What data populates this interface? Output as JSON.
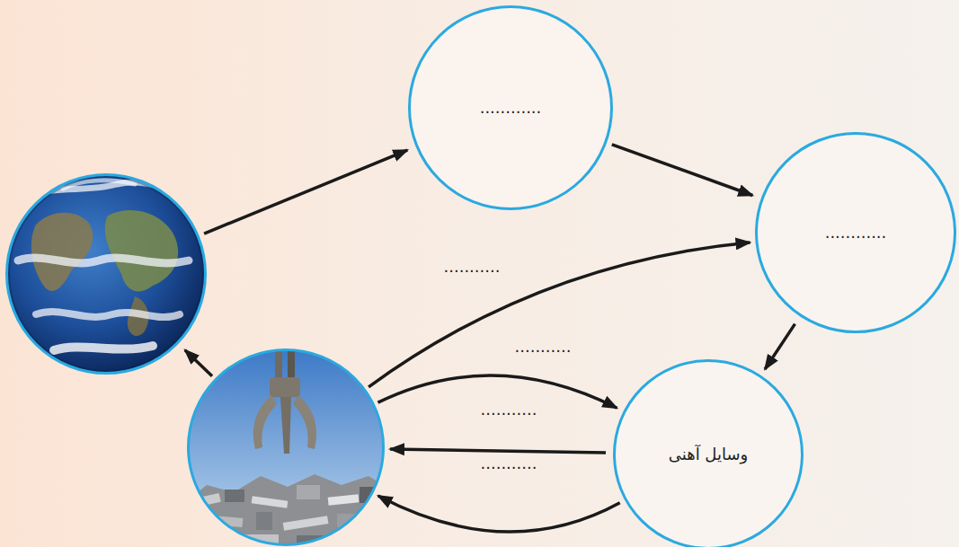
{
  "diagram": {
    "nodes": [
      {
        "text": []
      },
      {
        "text": [
          "............"
        ]
      },
      {
        "text": [
          "............"
        ]
      },
      {
        "text": [
          "وسایل آهنی"
        ]
      },
      {
        "text": []
      }
    ],
    "edges": [
      {
        "from": 0,
        "to": 1,
        "arrow": "to"
      },
      {
        "from": 1,
        "to": 2,
        "arrow": "to"
      },
      {
        "from": 2,
        "to": 3,
        "arrow": "to"
      },
      {
        "from": 4,
        "to": 2,
        "arrow": "to",
        "label": "..........."
      },
      {
        "from": 4,
        "to": 3,
        "arrow": "to",
        "label": "..........."
      },
      {
        "from": 3,
        "to": 4,
        "arrow": "to",
        "label": "..........."
      },
      {
        "from": 3,
        "to": 4,
        "arrow": "to",
        "label": "..........."
      },
      {
        "from": 4,
        "to": 0,
        "arrow": "to"
      }
    ]
  }
}
